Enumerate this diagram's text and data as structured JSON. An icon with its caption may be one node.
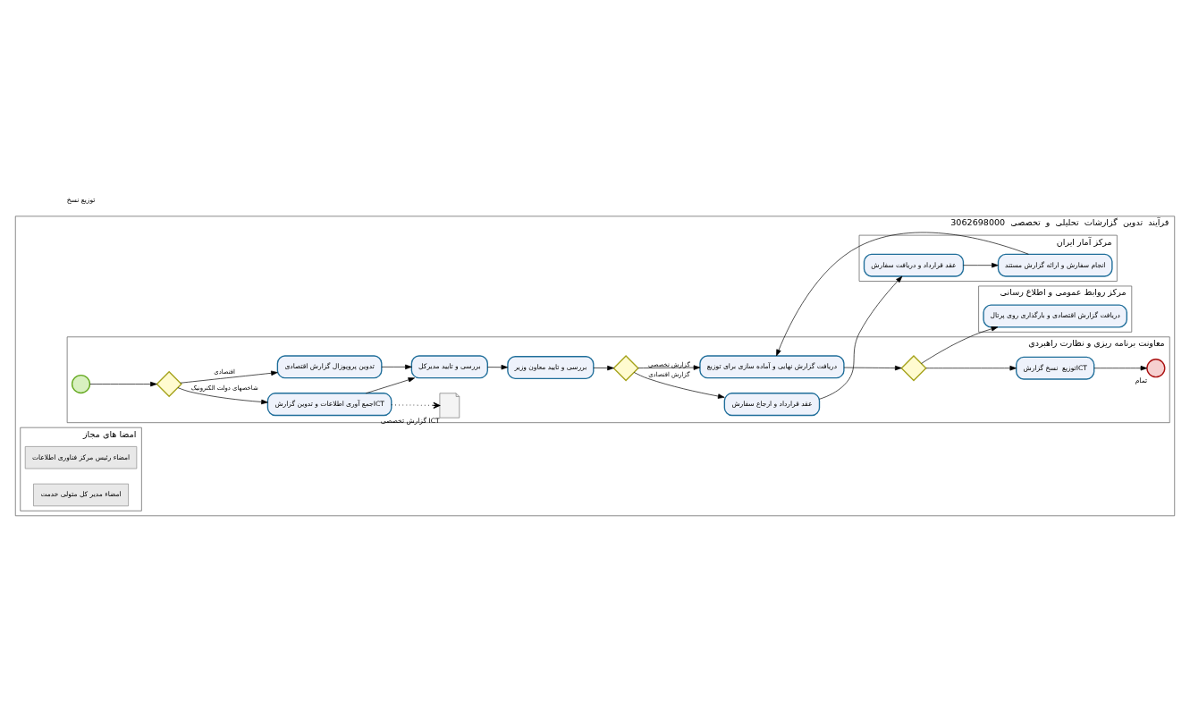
{
  "diagram": {
    "nodes": [
      {
        "text": [
          "فرآیند  تدوین  گزارشات  تحلیلی  و  تخصصی  3062698000"
        ]
      },
      {
        "text": [
          "معاونت برنامه ریزی و نظارت راهبردی"
        ],
        "in": 0
      },
      {
        "text": [],
        "shape": "circle",
        "in": 1
      },
      {
        "text": [],
        "shape": "diamond",
        "in": 1
      },
      {
        "text": [
          "جمع آوری اطلاعات و تدوین گزارشICT"
        ],
        "in": 1
      },
      {
        "text": [
          "تدوین پروپوزال گزارش اقتصادی"
        ],
        "in": 1
      },
      {
        "text": [
          "بررسی و تایید مدیرکل"
        ],
        "in": 1
      },
      {
        "text": [
          "بررسی و تایید معاون وزیر"
        ],
        "in": 1
      },
      {
        "text": [],
        "shape": "diamond",
        "in": 1
      },
      {
        "text": [
          "عقد قرارداد و ارجاع سفارش"
        ],
        "in": 1
      },
      {
        "text": [
          "دریافت گزارش نهایی و آماده سازی برای توزیع"
        ],
        "in": 1
      },
      {
        "text": [],
        "shape": "diamond",
        "in": 1
      },
      {
        "text": [
          "توزیع  نسخ گزارشICT"
        ],
        "in": 1
      },
      {
        "text": [],
        "shape": "circle",
        "beside": [
          "تمام"
        ],
        "in": 1
      },
      {
        "text": [],
        "shape": "document",
        "beside": [
          "گزارش تخصصی ICT"
        ],
        "in": 1
      },
      {
        "text": [
          "مرکز روابط عمومی و اطلاع رسانی"
        ],
        "in": 0
      },
      {
        "text": [
          "دریافت گزارش اقتصادی و بارگذاری روی پرتال"
        ],
        "in": 15
      },
      {
        "text": [
          "مرکز آمار ایران"
        ],
        "in": 0
      },
      {
        "text": [
          "عقد قرارداد و دریافت سفارش"
        ],
        "in": 17
      },
      {
        "text": [
          "انجام سفارش و ارائه گزارش مستند"
        ],
        "in": 17
      },
      {
        "text": [
          "امضا های مجاز"
        ],
        "in": 0
      },
      {
        "text": [
          "امضاء رئیس مرکز فناوری اطلاعات"
        ],
        "in": 20
      },
      {
        "text": [
          "امضاء مدیر کل متولی خدمت"
        ],
        "in": 20
      }
    ],
    "edges": [
      {
        "from": 2,
        "to": 3,
        "arrow": "to"
      },
      {
        "from": 3,
        "to": 4,
        "arrow": "to",
        "label": "شاخصهای دولت الکترونیک"
      },
      {
        "from": 3,
        "to": 5,
        "arrow": "to",
        "label": "اقتصادی"
      },
      {
        "from": 4,
        "to": 6,
        "arrow": "to"
      },
      {
        "from": 5,
        "to": 6,
        "arrow": "to"
      },
      {
        "from": 6,
        "to": 7,
        "arrow": "to"
      },
      {
        "from": 7,
        "to": 8,
        "arrow": "to"
      },
      {
        "from": 8,
        "to": 10,
        "arrow": "to",
        "label": "گزارش تخصصی"
      },
      {
        "from": 8,
        "to": 9,
        "arrow": "to",
        "label": "گزارش اقتصادی"
      },
      {
        "from": 9,
        "to": 18,
        "arrow": "to"
      },
      {
        "from": 18,
        "to": 19,
        "arrow": "to"
      },
      {
        "from": 19,
        "to": 10,
        "arrow": "to"
      },
      {
        "from": 10,
        "to": 11,
        "arrow": "to"
      },
      {
        "from": 11,
        "to": 12,
        "arrow": "to"
      },
      {
        "from": 11,
        "to": 16,
        "arrow": "to"
      },
      {
        "from": 12,
        "to": 13,
        "arrow": "to"
      },
      {
        "from": 4,
        "to": 14,
        "arrow": "to",
        "style": "dashed"
      }
    ],
    "labels": [
      "توزیع نسخ"
    ]
  }
}
